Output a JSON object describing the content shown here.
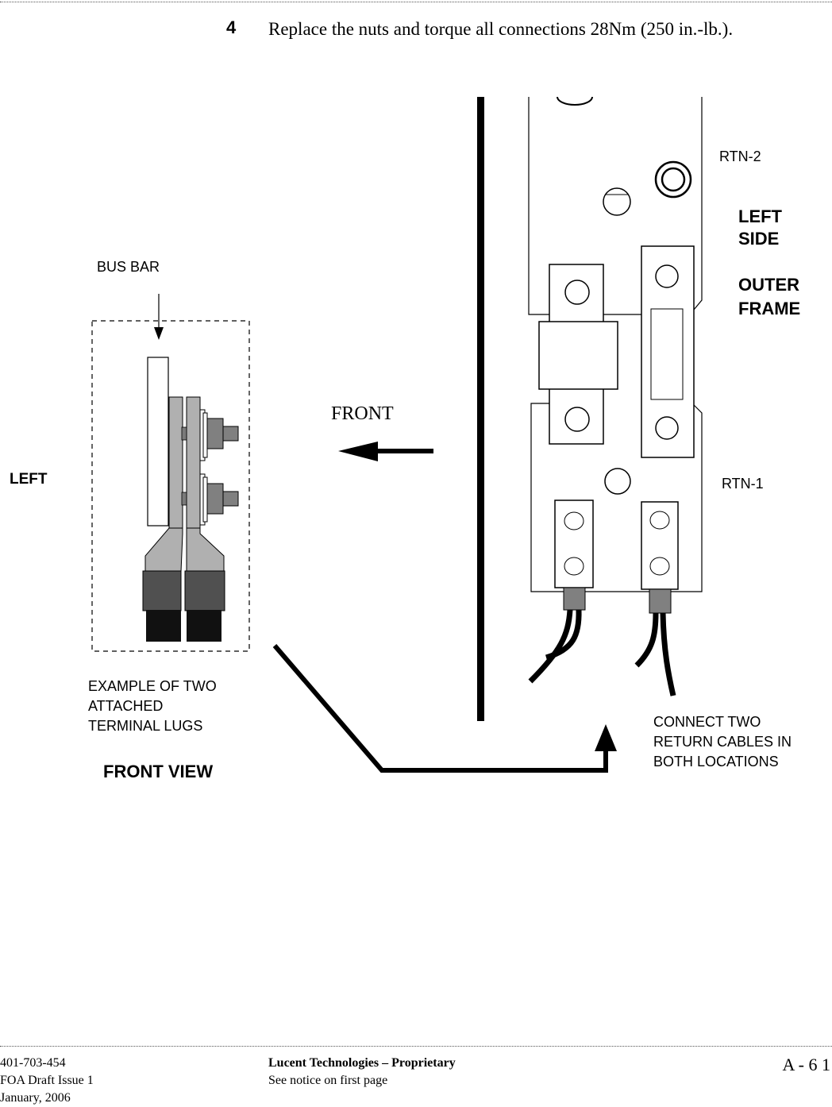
{
  "step": {
    "number": "4",
    "text": "Replace the nuts and torque all connections 28Nm (250 in.-lb.)."
  },
  "figure": {
    "bus_bar": "BUS BAR",
    "left": "LEFT",
    "front_arrow": "FRONT",
    "rtn2": "RTN-2",
    "rtn1": "RTN-1",
    "left_side_1": "LEFT",
    "left_side_2": "SIDE",
    "outer_1": "OUTER",
    "outer_2": "FRAME",
    "example_1": "EXAMPLE OF TWO",
    "example_2": "ATTACHED",
    "example_3": "TERMINAL LUGS",
    "front_view": "FRONT VIEW",
    "connect_1": "CONNECT TWO",
    "connect_2": "RETURN CABLES IN",
    "connect_3": "BOTH LOCATIONS"
  },
  "footer": {
    "doc_number": "401-703-454",
    "issue": "FOA Draft Issue 1",
    "date": "January, 2006",
    "company": "Lucent Technologies – Proprietary",
    "notice": "See notice on first page",
    "page": "A - 6 1"
  }
}
